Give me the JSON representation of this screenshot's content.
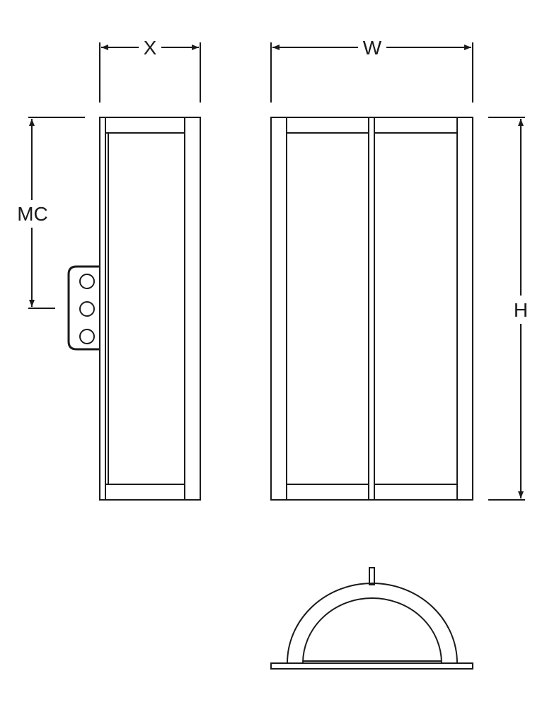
{
  "dimensions": {
    "width_label": "W",
    "height_label": "H",
    "depth_label": "X",
    "mounting_center_label": "MC"
  },
  "colors": {
    "line": "#1a1a1a",
    "background": "#ffffff"
  },
  "views": {
    "side": {
      "mount_holes": 3
    },
    "front": {
      "panels": 2
    },
    "top": {
      "shape": "half-round"
    }
  }
}
